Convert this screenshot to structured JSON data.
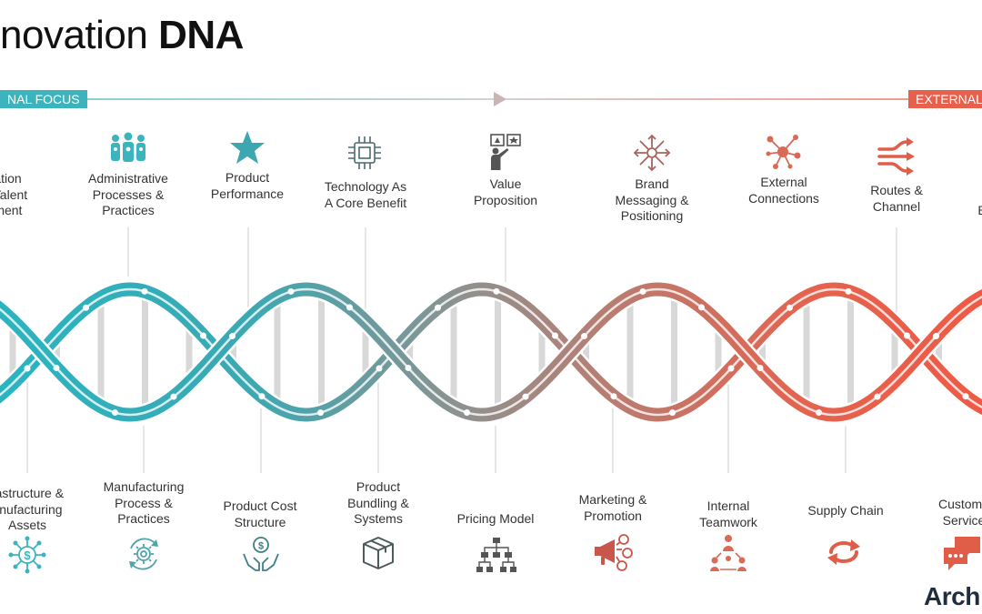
{
  "title": {
    "light": "novation ",
    "bold": "DNA"
  },
  "internal_focus": "NAL FOCUS",
  "external_focus": "EXTERNAL",
  "top_labels": [
    {
      "text": "zation\n& Talent\nement",
      "icon": "people-group-icon"
    },
    {
      "text": "Administrative\nProcesses &\nPractices",
      "icon": "team-gears-icon"
    },
    {
      "text": "Product\nPerformance",
      "icon": "star-icon"
    },
    {
      "text": "Technology As\nA Core Benefit",
      "icon": "chip-icon"
    },
    {
      "text": "Value\nProposition",
      "icon": "presenter-icon"
    },
    {
      "text": "Brand\nMessaging &\nPositioning",
      "icon": "expand-arrows-icon"
    },
    {
      "text": "External\nConnections",
      "icon": "network-nodes-icon"
    },
    {
      "text": "Routes &\nChannel",
      "icon": "split-arrows-icon"
    },
    {
      "text": "B",
      "icon": ""
    }
  ],
  "bottom_labels": [
    {
      "text": "rastructure &\nanufacturing\nAssets",
      "icon": "dollar-network-icon"
    },
    {
      "text": "Manufacturing\nProcess &\nPractices",
      "icon": "gear-cycle-icon"
    },
    {
      "text": "Product Cost\nStructure",
      "icon": "hands-dollar-icon"
    },
    {
      "text": "Product\nBundling &\nSystems",
      "icon": "box-icon"
    },
    {
      "text": "Pricing Model",
      "icon": "hierarchy-icon"
    },
    {
      "text": "Marketing &\nPromotion",
      "icon": "megaphone-icon"
    },
    {
      "text": "Internal\nTeamwork",
      "icon": "teamwork-icon"
    },
    {
      "text": "Supply Chain",
      "icon": "cycle-arrows-icon"
    },
    {
      "text": "Custome\nService",
      "icon": "chat-bubbles-icon"
    }
  ],
  "brand": "Arch",
  "colors": {
    "teal": "#3cb4bd",
    "gray": "#8c8f8d",
    "coral": "#e8604c",
    "dark": "#1f2d3d"
  }
}
